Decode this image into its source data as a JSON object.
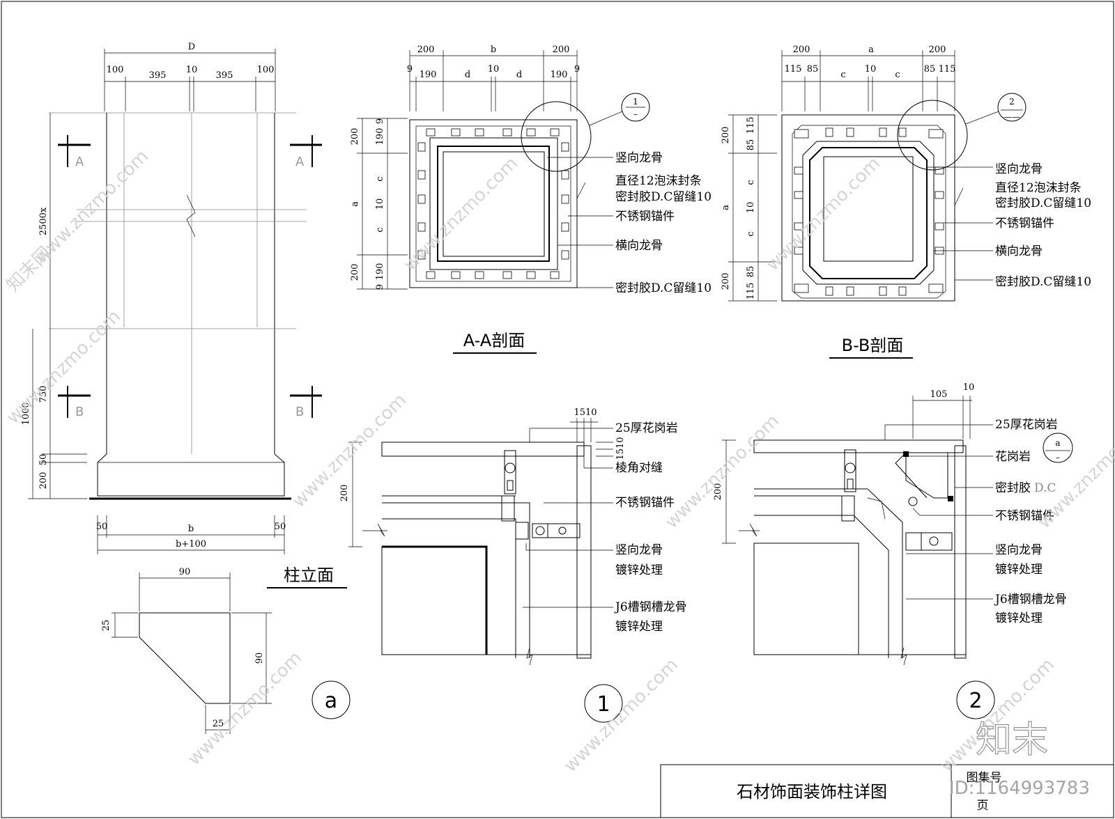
{
  "drawing_title": "石材饰面装饰柱详图",
  "title_block": {
    "atlas_no_label": "图集号",
    "page_label": "页"
  },
  "views": {
    "elevation": {
      "title": "柱立面",
      "top_dims": {
        "overall": "D",
        "parts": [
          "100",
          "395",
          "10",
          "395",
          "100"
        ]
      },
      "left_dims": {
        "height": "2500x",
        "low": "1000",
        "d750": "750",
        "d50": "50",
        "d200": "200"
      },
      "bottom_dims": {
        "left": "50",
        "mid": "b",
        "right": "50",
        "overall": "b+100"
      },
      "section_marks": {
        "a": "A",
        "b": "B"
      }
    },
    "section_aa": {
      "title": "A-A剖面",
      "top_dims_outer": [
        "200",
        "b",
        "200"
      ],
      "top_dims_inner": [
        "9",
        "190",
        "d",
        "10",
        "d",
        "190",
        "9"
      ],
      "left_dims_outer": [
        "200",
        "a",
        "200"
      ],
      "left_dims_inner": [
        "9",
        "190",
        "c",
        "10",
        "c",
        "190",
        "9"
      ],
      "detail_ref": {
        "num": "1",
        "sub": "–"
      },
      "labels": [
        "竖向龙骨",
        "直径12泡沫封条",
        "密封胶D.C留缝10",
        "不锈钢锚件",
        "横向龙骨",
        "密封胶D.C留缝10"
      ]
    },
    "section_bb": {
      "title": "B-B剖面",
      "top_dims_outer": [
        "200",
        "a",
        "200"
      ],
      "top_dims_inner": [
        "115",
        "85",
        "c",
        "10",
        "c",
        "85",
        "115"
      ],
      "left_dims_outer": [
        "200",
        "a",
        "200"
      ],
      "left_dims_inner": [
        "115",
        "85",
        "c",
        "10",
        "c",
        "85",
        "115"
      ],
      "detail_ref": {
        "num": "2",
        "sub": "——"
      },
      "labels": [
        "竖向龙骨",
        "直径12泡沫封条",
        "密封胶D.C留缝10",
        "不锈钢锚件",
        "横向龙骨",
        "密封胶D.C留缝10"
      ]
    },
    "detail_a": {
      "marker": "a",
      "dims": {
        "top": "90",
        "left": "25",
        "right": "90",
        "bottom": "25"
      }
    },
    "detail_1": {
      "marker": "1",
      "dims": {
        "top": "1510",
        "side": "1510",
        "height": "200"
      },
      "labels": [
        "25厚花岗岩",
        "棱角对缝",
        "不锈钢锚件",
        "竖向龙骨",
        "镀锌处理",
        "J6槽钢槽龙骨",
        "镀锌处理"
      ]
    },
    "detail_2": {
      "marker": "2",
      "dims": {
        "top_a": "105",
        "top_b": "10",
        "height": "200"
      },
      "ref": {
        "num": "a",
        "sub": "–"
      },
      "labels": [
        "25厚花岗岩",
        "花岗岩",
        "密封胶",
        "不锈钢锚件",
        "竖向龙骨",
        "镀锌处理",
        "J6槽钢槽龙骨",
        "镀锌处理"
      ],
      "dc_suffix": "D.C"
    }
  },
  "watermark": {
    "site": "www.znzmo.com",
    "brand": "知末网",
    "logo": "知末",
    "id_text": "ID:1164993783"
  }
}
